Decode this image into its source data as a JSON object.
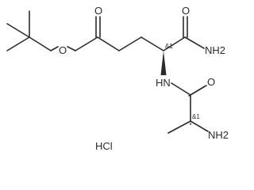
{
  "atoms": {
    "ester_carbonyl_o": "O",
    "ester_o": "O",
    "amide_o": "O",
    "amide_nh2": "NH2",
    "amine_nh": "HN",
    "amide2_o": "O",
    "terminal_nh2": "NH2"
  },
  "stereo": {
    "center_1": "&1",
    "center_2": "&1"
  },
  "salt": "HCl"
}
